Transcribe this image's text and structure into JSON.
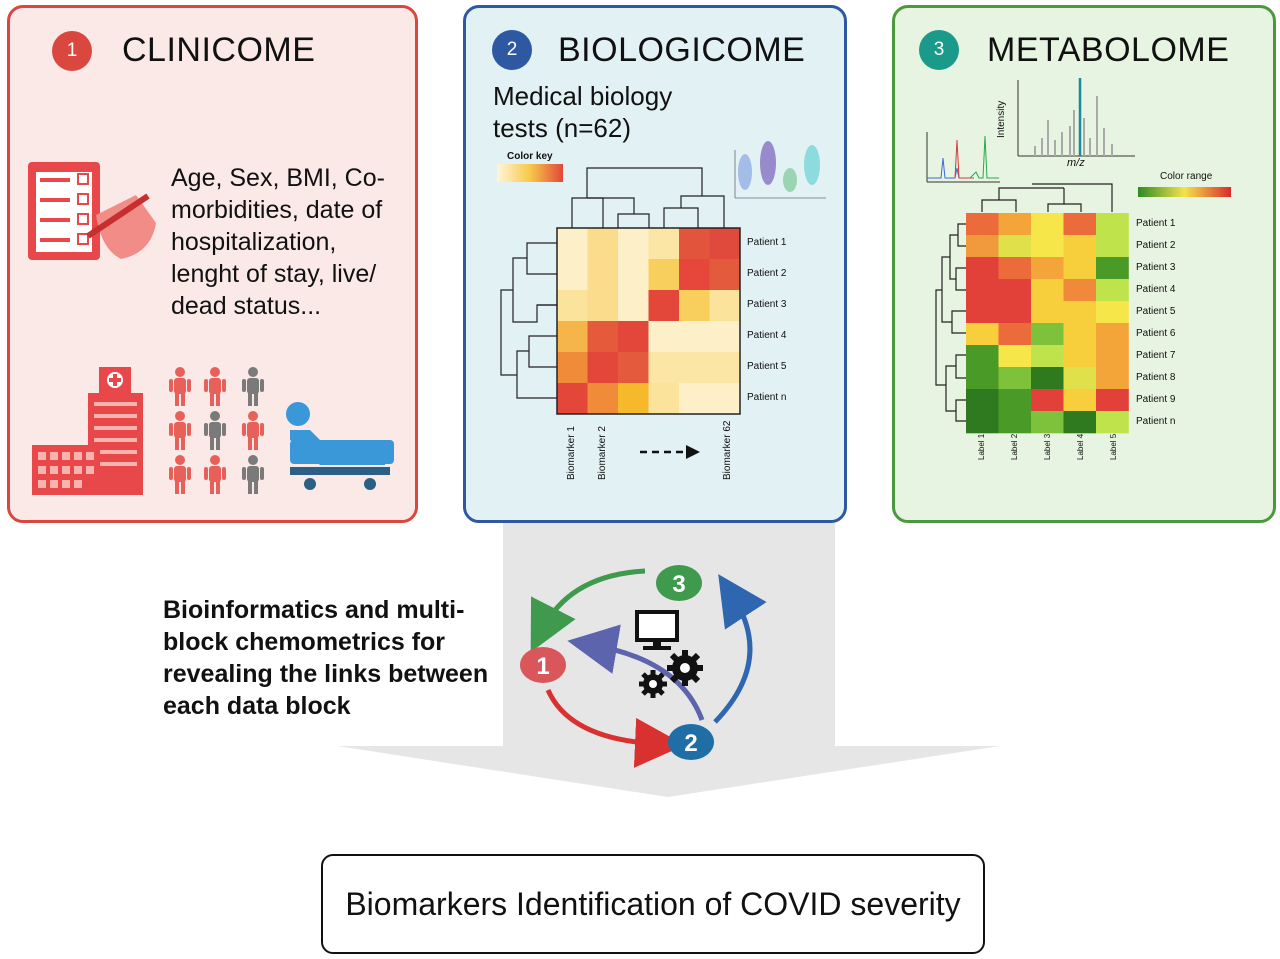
{
  "panels": [
    {
      "number": "1",
      "title": "CLINICOME",
      "color": "#d9473f",
      "text": "Age, Sex, BMI, Co-morbidities, date of hospitalization, lenght of stay, live/ dead status..."
    },
    {
      "number": "2",
      "title": "BIOLOGICOME",
      "color": "#2f58a3",
      "subtitle": "Medical biology tests (n=62)",
      "color_key_label": "Color key",
      "heatmap_rows": [
        "Patient 1",
        "Patient 2",
        "Patient 3",
        "Patient 4",
        "Patient 5",
        "Patient n"
      ],
      "heatmap_cols": [
        "Biomarker 1",
        "Biomarker 2",
        "Biomarker 62"
      ]
    },
    {
      "number": "3",
      "title": "METABOLOME",
      "color": "#1a9a8a",
      "spectrum_ylabel": "Intensity",
      "spectrum_xlabel": "m/z",
      "color_range_label": "Color range",
      "heatmap_rows": [
        "Patient 1",
        "Patient 2",
        "Patient 3",
        "Patient 4",
        "Patient 5",
        "Patient 6",
        "Patient 7",
        "Patient 8",
        "Patient 9",
        "Patient n"
      ],
      "heatmap_cols": [
        "Label 1",
        "Label 2",
        "Label 3",
        "Label 4",
        "Label 5"
      ]
    }
  ],
  "integration": {
    "text": "Bioinformatics and multi-block chemometrics for revealing the links between each data block",
    "nodes": [
      "1",
      "2",
      "3"
    ]
  },
  "result": "Biomarkers Identification of COVID severity"
}
